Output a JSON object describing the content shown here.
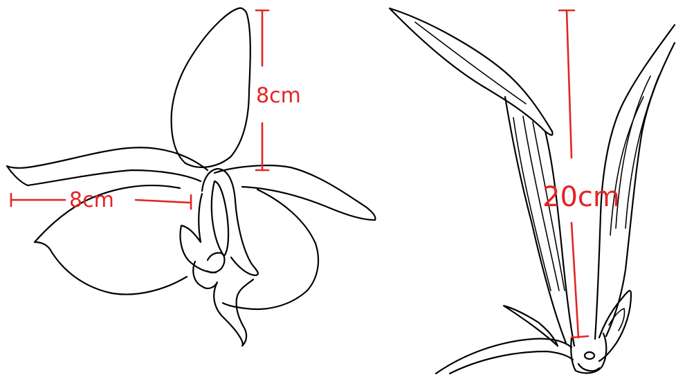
{
  "colors": {
    "background": "#ffffff",
    "outline": "#000000",
    "measure": "#e32424"
  },
  "flower": {
    "height_label": "8cm",
    "width_label": "8cm"
  },
  "plant": {
    "height_label": "20cm"
  }
}
